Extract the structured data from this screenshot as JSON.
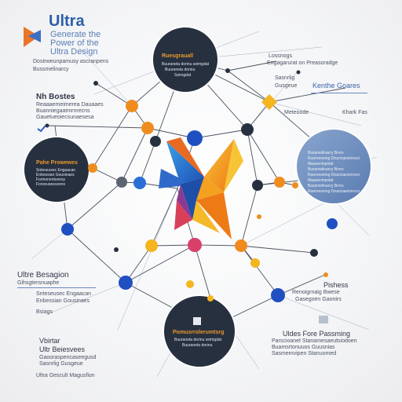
{
  "brand": {
    "title": "Ultra",
    "line1": "Generate the",
    "line2": "Power of the",
    "line3": "Ultra Design"
  },
  "circles": {
    "top": {
      "title": "Ruesgrauall",
      "lines": [
        "Buuraneta dorinu seimgdat",
        "Buuraneta dorinu",
        "Seimgdat"
      ]
    },
    "left": {
      "title": "Pahe Prowewes",
      "lines": [
        "Snteseusec Engaacan",
        "Enbessian Gousinaes",
        "Forinonentuvesy",
        "Foroeusesceens"
      ]
    },
    "right": {
      "lines": [
        "Bussmelinarcy Brvrs",
        "Ruenreseiog Dnarciaeiorrecsi",
        "Maaveninpstat",
        "Bussmelinarcy Brvrs",
        "Ruenreseiog Dnarciaeiorrecsi",
        "Maaveninpstat",
        "Bussmelinarcy Brvrs",
        "Ruenreseiog Dnarciaeiorrecsi"
      ]
    },
    "bottom": {
      "title": "Pomusrrolerumtsrg",
      "lines": [
        "Buuraneta dorinu seimgdat",
        "Buuraneta dorinu"
      ]
    }
  },
  "labels": {
    "tl1": "Dostrweunpamusy ascranpens",
    "tl2": "Bussmelinarcy",
    "nh_title": "Nh Bostes",
    "nh1": "Reaaaemeimerea Dauaaes",
    "nh2": "Buanniegaatmrnrecns",
    "nh3": "Gauetueoiecsunaesesa",
    "tr1": "Lossnogs",
    "tr2": "Engagarurat on Preasoradge",
    "kenthe": "Kenthe Goares",
    "kl1": "Sasnrlig",
    "kl2": "Gusgeue",
    "metaoode": "Meteoode",
    "khark": "Khark Fas",
    "ml_title": "Ultre Besagion",
    "ml1": "Gihsgtersnuaphe",
    "ml2": "Snteseusec Engaacan",
    "ml3": "Enbessian Gousinaes",
    "ml4": "Bsiags",
    "bl_title": "Vbirtar",
    "bl1": "Ultr Beiesvees",
    "bl2": "Gaooraspencaseegusd",
    "bl3": "Sasnrlig Gusgeue",
    "bl_bottom": "Ultra Gescult Magusfion",
    "mr_title": "Pishess",
    "mr1": "Renoigrnaig Bwese",
    "mr2": "Gasegoen Gaonirs",
    "br_title": "Uldes Fore Passming",
    "br1": "Parscioanet Stanamesaeutsiodoen",
    "br2": "Buamsrtonuuos Guusnias",
    "br3": "Sasmemvipen Stanuomed"
  },
  "colors": {
    "navy": "#27303f",
    "slate": "#6f8fbf",
    "orange": "#f08c1e",
    "blue": "#2b5cc6",
    "yellow": "#f5b51e"
  }
}
